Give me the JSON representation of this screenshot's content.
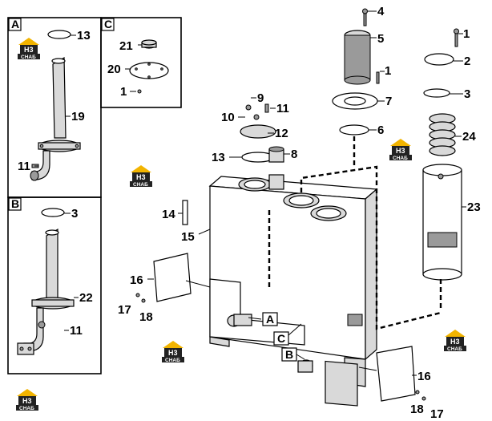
{
  "panels": [
    {
      "letter": "A"
    },
    {
      "letter": "B"
    },
    {
      "letter": "C"
    }
  ],
  "callouts": [
    "13",
    "19",
    "11",
    "3",
    "22",
    "11",
    "21",
    "20",
    "1",
    "4",
    "5",
    "1",
    "7",
    "6",
    "1",
    "2",
    "3",
    "24",
    "23",
    "9",
    "11",
    "10",
    "12",
    "13",
    "8",
    "14",
    "15",
    "16",
    "17",
    "18",
    "16",
    "18",
    "17"
  ],
  "connector_tags": [
    "A",
    "C",
    "B"
  ],
  "logo": {
    "mark": "H3",
    "text": "CHAБ",
    "colors": {
      "roof": "#f2b400",
      "body": "#222222"
    }
  }
}
